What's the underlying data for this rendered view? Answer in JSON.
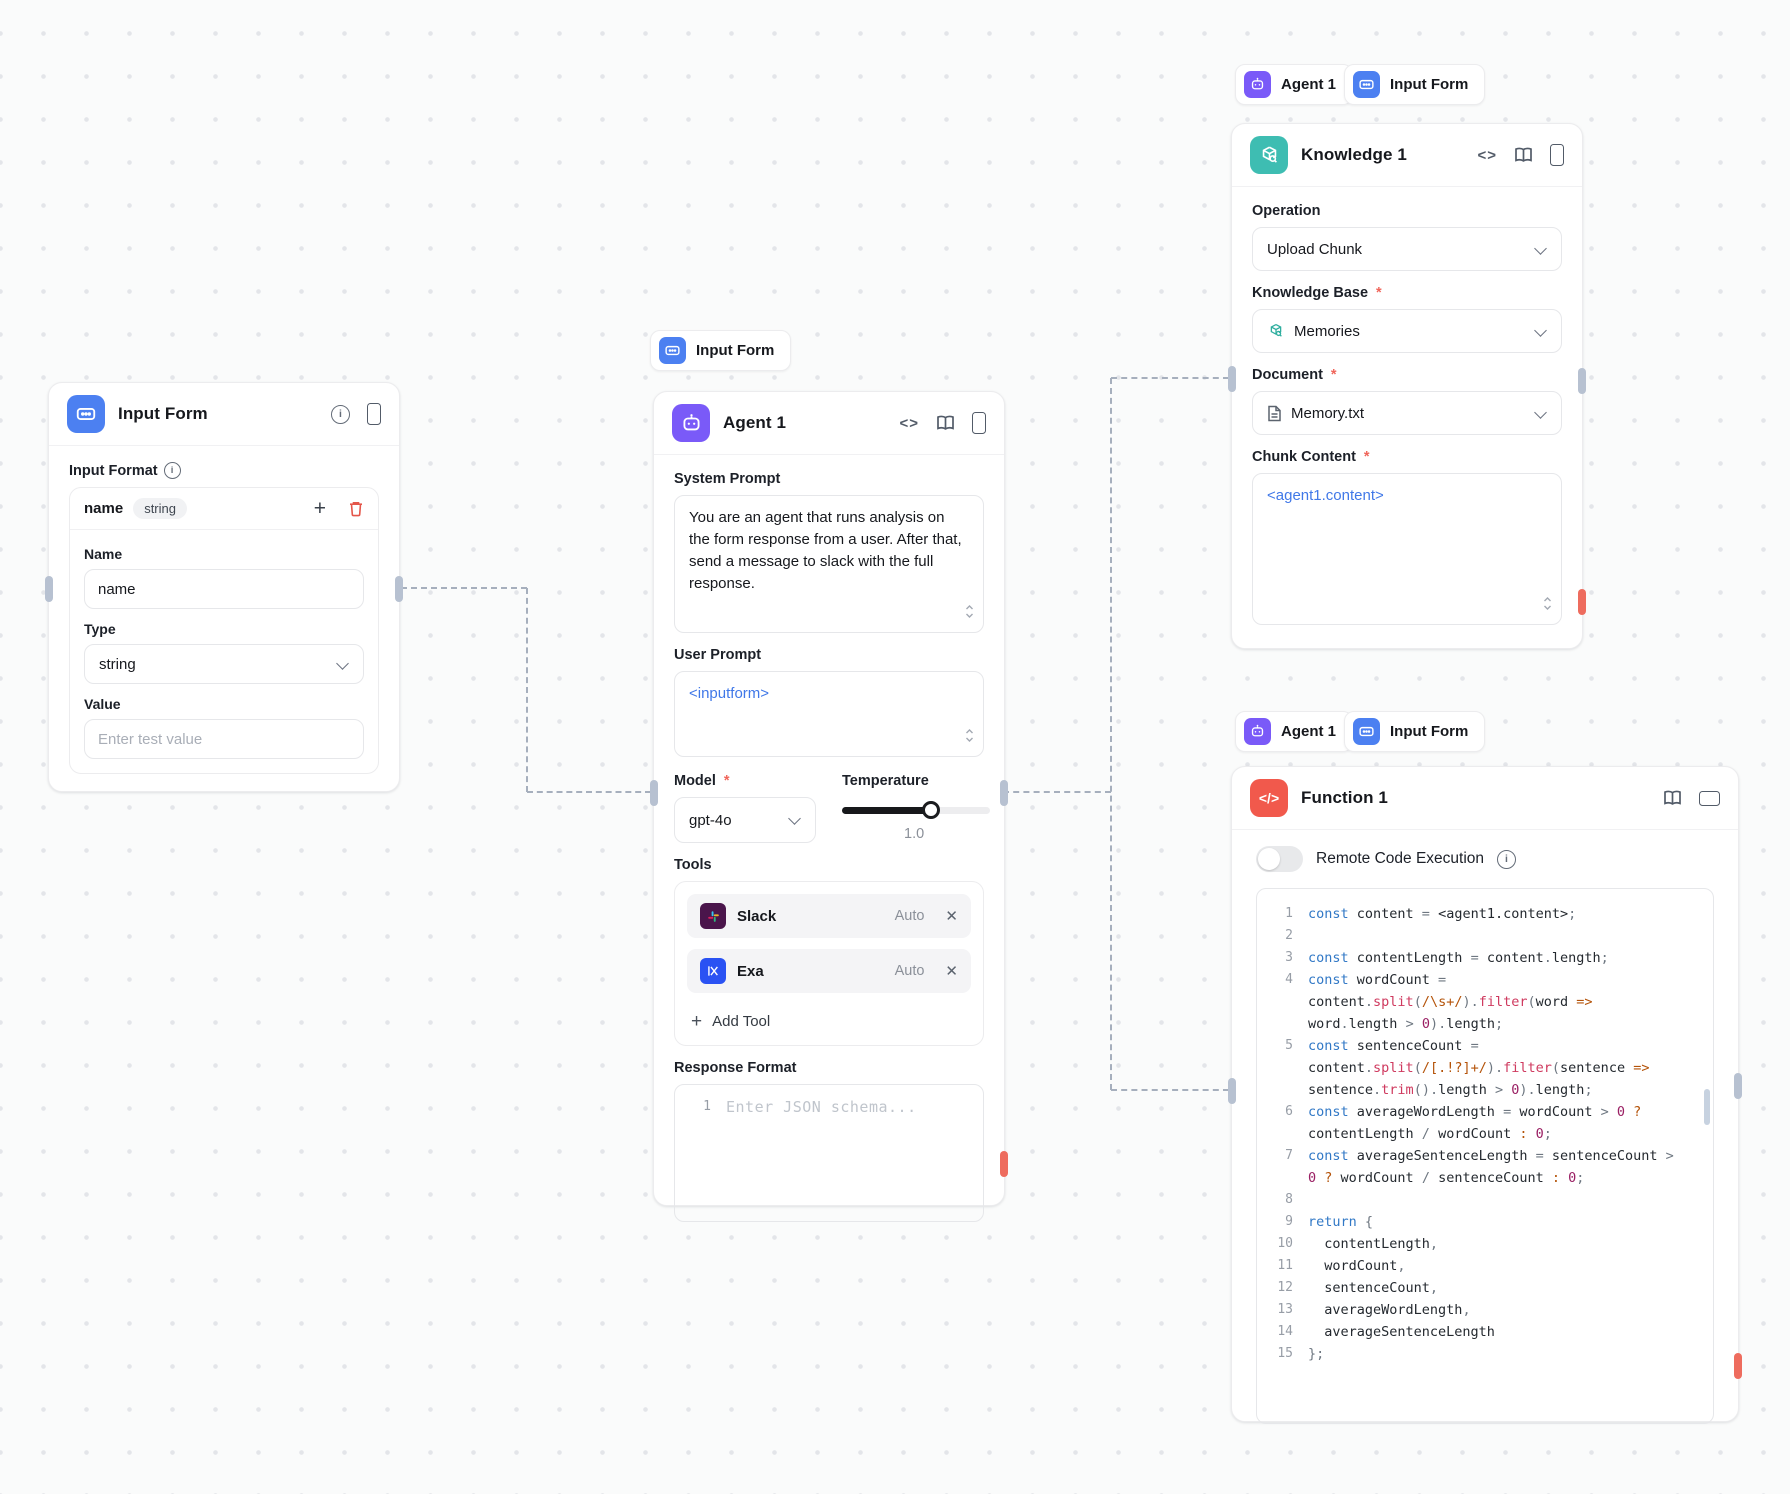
{
  "chips": {
    "above_agent": [
      {
        "label": "Input Form",
        "icon": "input-form-icon"
      }
    ],
    "above_knowledge": [
      {
        "label": "Agent 1",
        "icon": "agent-icon"
      },
      {
        "label": "Input Form",
        "icon": "input-form-icon"
      }
    ],
    "above_function": [
      {
        "label": "Agent 1",
        "icon": "agent-icon"
      },
      {
        "label": "Input Form",
        "icon": "input-form-icon"
      }
    ]
  },
  "input_form_node": {
    "title": "Input Form",
    "section_label": "Input Format",
    "row_name": "name",
    "row_type_badge": "string",
    "name_label": "Name",
    "name_value": "name",
    "type_label": "Type",
    "type_value": "string",
    "value_label": "Value",
    "value_placeholder": "Enter test value"
  },
  "agent_node": {
    "title": "Agent 1",
    "system_prompt_label": "System Prompt",
    "system_prompt_value": "You are an agent that runs analysis on the form response from a user. After that, send a message to slack with the full response.",
    "user_prompt_label": "User Prompt",
    "user_prompt_value": "<inputform>",
    "model_label": "Model",
    "model_value": "gpt-4o",
    "temperature_label": "Temperature",
    "temperature_value": "1.0",
    "temperature_fill_pct": 55,
    "tools_label": "Tools",
    "tools": [
      {
        "name": "Slack",
        "mode": "Auto",
        "icon": "slack-icon",
        "color": "#4a154b"
      },
      {
        "name": "Exa",
        "mode": "Auto",
        "icon": "exa-icon",
        "color": "#2a52f3"
      }
    ],
    "add_tool_label": "Add Tool",
    "response_format_label": "Response Format",
    "response_format_line_number": "1",
    "response_format_placeholder": "Enter JSON schema..."
  },
  "knowledge_node": {
    "title": "Knowledge 1",
    "operation_label": "Operation",
    "operation_value": "Upload Chunk",
    "knowledge_base_label": "Knowledge Base",
    "knowledge_base_value": "Memories",
    "document_label": "Document",
    "document_value": "Memory.txt",
    "chunk_label": "Chunk Content",
    "chunk_value": "<agent1.content>"
  },
  "function_node": {
    "title": "Function 1",
    "toggle_label": "Remote Code Execution",
    "toggle_on": false,
    "code_lines": [
      {
        "n": "1",
        "seg": [
          [
            "k",
            "const"
          ],
          [
            "p",
            " content "
          ],
          [
            "u",
            "= "
          ],
          [
            "p",
            "<agent1.content>"
          ],
          [
            "u",
            ";"
          ]
        ]
      },
      {
        "n": "2",
        "seg": []
      },
      {
        "n": "3",
        "seg": [
          [
            "k",
            "const"
          ],
          [
            "p",
            " contentLength "
          ],
          [
            "u",
            "= "
          ],
          [
            "p",
            "content"
          ],
          [
            "u",
            "."
          ],
          [
            "p",
            "length"
          ],
          [
            "u",
            ";"
          ]
        ]
      },
      {
        "n": "4",
        "seg": [
          [
            "k",
            "const"
          ],
          [
            "p",
            " wordCount "
          ],
          [
            "u",
            "=\n"
          ],
          [
            "p",
            "content"
          ],
          [
            "u",
            "."
          ],
          [
            "m",
            "split"
          ],
          [
            "u",
            "("
          ],
          [
            "r",
            "/\\s+/"
          ],
          [
            "u",
            ")."
          ],
          [
            "m",
            "filter"
          ],
          [
            "u",
            "("
          ],
          [
            "p",
            "word "
          ],
          [
            "o",
            "=>\n"
          ],
          [
            "p",
            "word"
          ],
          [
            "u",
            "."
          ],
          [
            "p",
            "length "
          ],
          [
            "u",
            "> "
          ],
          [
            "n",
            "0"
          ],
          [
            "u",
            ")."
          ],
          [
            "p",
            "length"
          ],
          [
            "u",
            ";"
          ]
        ]
      },
      {
        "n": "5",
        "seg": [
          [
            "k",
            "const"
          ],
          [
            "p",
            " sentenceCount "
          ],
          [
            "u",
            "=\n"
          ],
          [
            "p",
            "content"
          ],
          [
            "u",
            "."
          ],
          [
            "m",
            "split"
          ],
          [
            "u",
            "("
          ],
          [
            "r",
            "/[.!?]+/"
          ],
          [
            "u",
            ")."
          ],
          [
            "m",
            "filter"
          ],
          [
            "u",
            "("
          ],
          [
            "p",
            "sentence "
          ],
          [
            "o",
            "=>\n"
          ],
          [
            "p",
            "sentence"
          ],
          [
            "u",
            "."
          ],
          [
            "m",
            "trim"
          ],
          [
            "u",
            "()."
          ],
          [
            "p",
            "length "
          ],
          [
            "u",
            "> "
          ],
          [
            "n",
            "0"
          ],
          [
            "u",
            ")."
          ],
          [
            "p",
            "length"
          ],
          [
            "u",
            ";"
          ]
        ]
      },
      {
        "n": "6",
        "seg": [
          [
            "k",
            "const"
          ],
          [
            "p",
            " averageWordLength "
          ],
          [
            "u",
            "= "
          ],
          [
            "p",
            "wordCount "
          ],
          [
            "u",
            "> "
          ],
          [
            "n",
            "0"
          ],
          [
            "o",
            " ?\n"
          ],
          [
            "p",
            "contentLength "
          ],
          [
            "u",
            "/ "
          ],
          [
            "p",
            "wordCount "
          ],
          [
            "o",
            ": "
          ],
          [
            "n",
            "0"
          ],
          [
            "u",
            ";"
          ]
        ]
      },
      {
        "n": "7",
        "seg": [
          [
            "k",
            "const"
          ],
          [
            "p",
            " averageSentenceLength "
          ],
          [
            "u",
            "= "
          ],
          [
            "p",
            "sentenceCount "
          ],
          [
            "u",
            ">\n"
          ],
          [
            "n",
            "0"
          ],
          [
            "o",
            " ? "
          ],
          [
            "p",
            "wordCount "
          ],
          [
            "u",
            "/ "
          ],
          [
            "p",
            "sentenceCount "
          ],
          [
            "o",
            ": "
          ],
          [
            "n",
            "0"
          ],
          [
            "u",
            ";"
          ]
        ]
      },
      {
        "n": "8",
        "seg": []
      },
      {
        "n": "9",
        "seg": [
          [
            "k",
            "return"
          ],
          [
            "p",
            " "
          ],
          [
            "u",
            "{"
          ]
        ]
      },
      {
        "n": "10",
        "seg": [
          [
            "p",
            "  contentLength"
          ],
          [
            "u",
            ","
          ]
        ]
      },
      {
        "n": "11",
        "seg": [
          [
            "p",
            "  wordCount"
          ],
          [
            "u",
            ","
          ]
        ]
      },
      {
        "n": "12",
        "seg": [
          [
            "p",
            "  sentenceCount"
          ],
          [
            "u",
            ","
          ]
        ]
      },
      {
        "n": "13",
        "seg": [
          [
            "p",
            "  averageWordLength"
          ],
          [
            "u",
            ","
          ]
        ]
      },
      {
        "n": "14",
        "seg": [
          [
            "p",
            "  averageSentenceLength"
          ]
        ]
      },
      {
        "n": "15",
        "seg": [
          [
            "u",
            "};"
          ]
        ]
      }
    ]
  },
  "colors": {
    "input_form_accent": "#4c80f1",
    "agent_accent": "#7a5af8",
    "knowledge_accent": "#3ebdb2",
    "function_accent": "#f1594c",
    "connector": "#a6afbd",
    "handle": "#b7c1d1",
    "error_handle": "#ee6c5e",
    "template_token_blue": "#4078e8",
    "required_star": "#f0655a"
  }
}
